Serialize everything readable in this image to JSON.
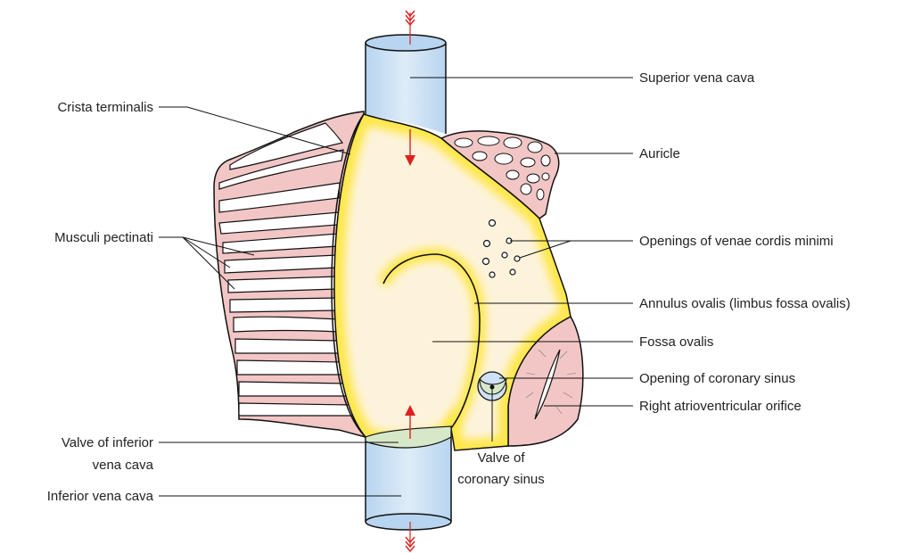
{
  "labels": {
    "superior_vena_cava": "Superior vena cava",
    "crista_terminalis": "Crista terminalis",
    "auricle": "Auricle",
    "musculi_pectinati": "Musculi pectinati",
    "openings_venae_cordis_minimi": "Openings of venae cordis minimi",
    "annulus_ovalis": "Annulus ovalis (limbus fossa ovalis)",
    "fossa_ovalis": "Fossa ovalis",
    "opening_coronary_sinus": "Opening of coronary sinus",
    "right_av_orifice": "Right atrioventricular orifice",
    "valve_ivc_line1": "Valve of inferior",
    "valve_ivc_line2": "vena cava",
    "inferior_vena_cava": "Inferior vena cava",
    "valve_cs_line1": "Valve of",
    "valve_cs_line2": "coronary sinus"
  },
  "colors": {
    "vein_fill": "#cfe2f3",
    "vein_edge": "#8ab8e6",
    "muscle_pink": "#f3c6c6",
    "wall_cream": "#fdf3dc",
    "rim_yellow": "#ffe74a",
    "valve_green": "#d6e8c8",
    "arrow_red": "#e02020",
    "outline": "#111111"
  }
}
